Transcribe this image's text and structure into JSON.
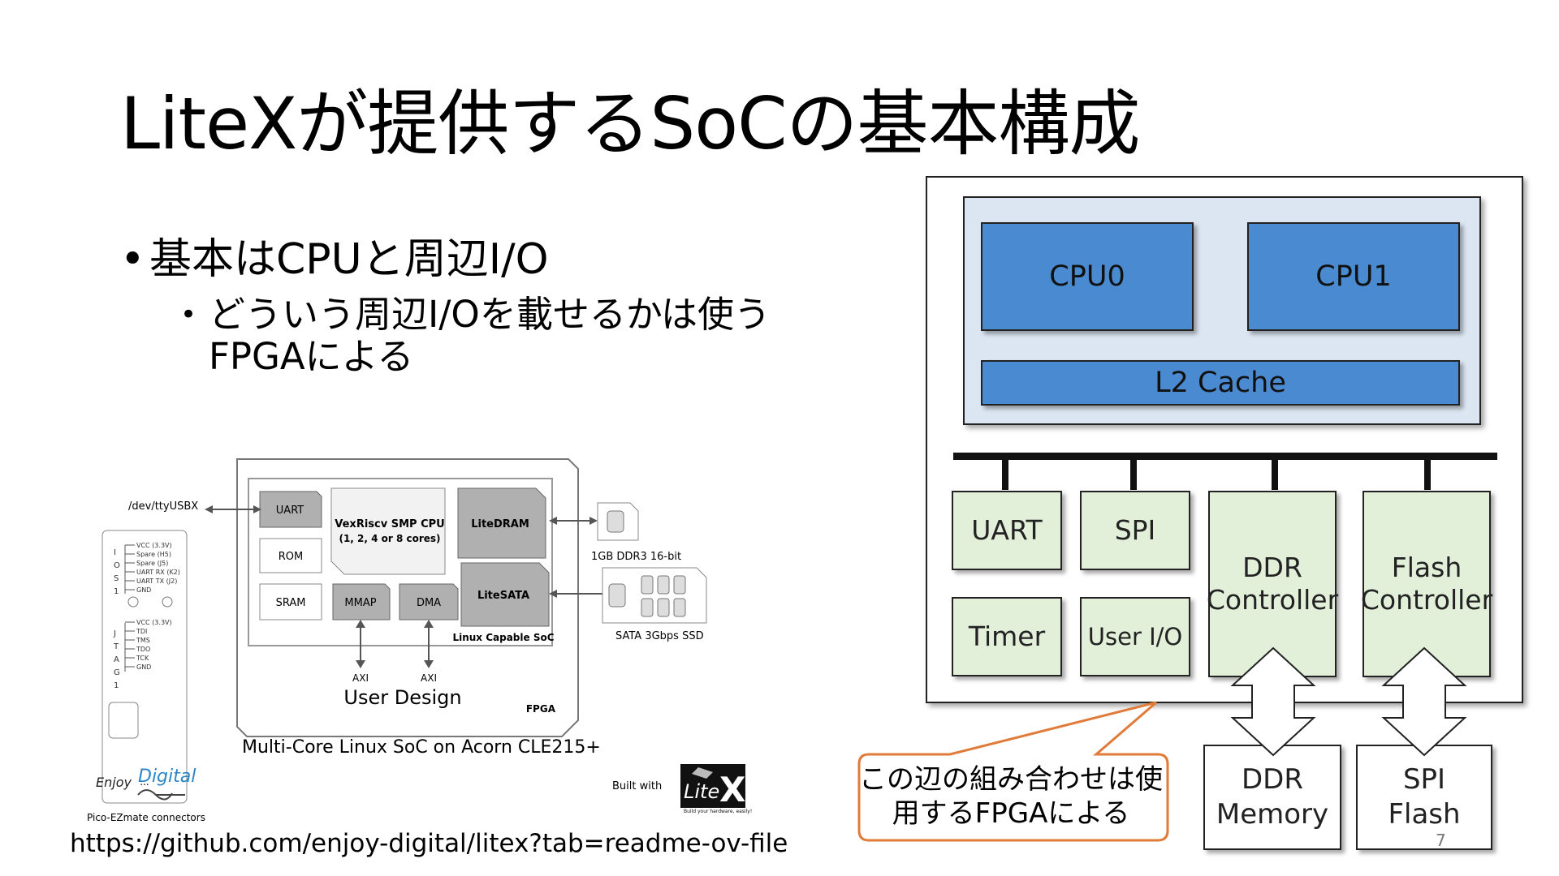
{
  "slide": {
    "title": "LiteXが提供するSoCの基本構成",
    "bullet1": "基本はCPUと周辺I/O",
    "bullet2": "どういう周辺I/Oを載せるかは使うFPGAによる",
    "bullet_symbol": "•",
    "url": "https://github.com/enjoy-digital/litex?tab=readme-ov-file",
    "page_number": "7"
  },
  "soc_diagram": {
    "cpu0": "CPU0",
    "cpu1": "CPU1",
    "l2_cache": "L2 Cache",
    "uart": "UART",
    "spi": "SPI",
    "timer": "Timer",
    "user_io": "User I/O",
    "ddr_controller": "DDR Controller",
    "flash_controller": "Flash Controller",
    "ddr_memory": "DDR Memory",
    "spi_flash": "SPI Flash",
    "callout": "この辺の組み合わせは使用するFPGAによる",
    "colors": {
      "cpu_fill": "#4a8ad0",
      "cluster_fill": "#dce6f2",
      "peripheral_fill": "#e2efd9",
      "callout_border": "#e07b39"
    }
  },
  "litex_figure": {
    "tty": "/dev/ttyUSBX",
    "uart": "UART",
    "rom": "ROM",
    "sram": "SRAM",
    "cpu": "VexRiscv SMP CPU",
    "cpu_cores": "(1, 2, 4 or 8 cores)",
    "mmap": "MMAP",
    "dma": "DMA",
    "litedram": "LiteDRAM",
    "litesata": "LiteSATA",
    "linux_soc": "Linux Capable SoC",
    "axi1": "AXI",
    "axi2": "AXI",
    "user_design": "User Design",
    "fpga": "FPGA",
    "ddr3": "1GB DDR3 16-bit",
    "sata": "SATA 3Gbps SSD",
    "pico_label": "Pico-EZmate connectors",
    "caption": "Multi-Core Linux SoC on Acorn CLE215+",
    "built_with": "Built with",
    "logo_lite": "Lite",
    "logo_x": "X",
    "logo_tagline": "Build your hardware, easily!",
    "enjoy": "Enjoy",
    "digital": "Digital",
    "ios_letters": [
      "I",
      "O",
      "S",
      "1"
    ],
    "jtag_letters": [
      "J",
      "T",
      "A",
      "G",
      "1"
    ],
    "pins_io": [
      "VCC (3.3V)",
      "Spare (H5)",
      "Spare (J5)",
      "UART RX (K2)",
      "UART TX (J2)",
      "GND"
    ],
    "pins_jtag": [
      "VCC (3.3V)",
      "TDI",
      "TMS",
      "TDO",
      "TCK",
      "GND"
    ],
    "ellipsis": "..."
  }
}
